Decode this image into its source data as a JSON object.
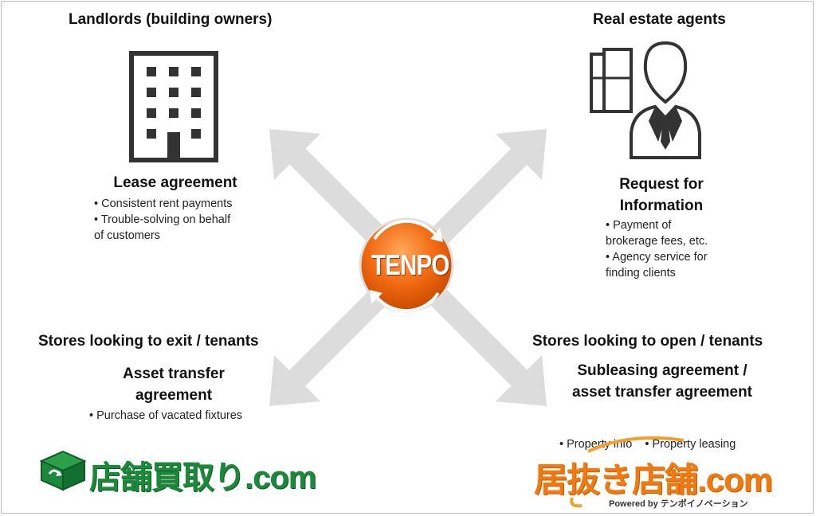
{
  "center": {
    "label": "TENPO"
  },
  "landlords": {
    "title": "Landlords (building owners)",
    "agreement": "Lease agreement",
    "bullets": [
      "• Consistent rent payments",
      "• Trouble-solving on behalf",
      "of customers"
    ]
  },
  "agents": {
    "title": "Real estate agents",
    "agreement_line1": "Request for",
    "agreement_line2": "Information",
    "bullets": [
      "• Payment of",
      "brokerage fees, etc.",
      "• Agency service for",
      "finding clients"
    ]
  },
  "exit_stores": {
    "title": "Stores looking to exit / tenants",
    "agreement_line1": "Asset transfer",
    "agreement_line2": "agreement",
    "bullets": [
      "• Purchase of vacated fixtures"
    ]
  },
  "open_stores": {
    "title": "Stores looking to open / tenants",
    "agreement_line1": "Subleasing agreement /",
    "agreement_line2": "asset transfer agreement",
    "bullets": [
      "• Property info    • Property leasing"
    ]
  },
  "logos": {
    "left": "店舗買取り.com",
    "right": "居抜き店舗.com",
    "right_powered": "Powered by テンポイノベーション"
  },
  "colors": {
    "arrow": "#dcdcdc",
    "tenpo_orange": "#f26a12",
    "logo_green": "#1a8a3a",
    "logo_orange": "#f07a10",
    "icon_dark": "#333333"
  }
}
